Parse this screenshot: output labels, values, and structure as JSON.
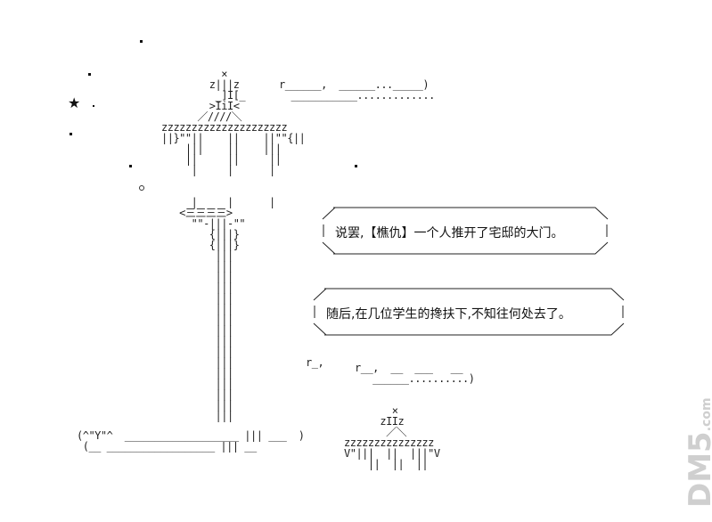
{
  "captions": {
    "line1": "说罢,【樵仇】一个人推开了宅邸的大门。",
    "line2": "随后,在几位学生的搀扶下,不知往何处去了。"
  },
  "ascii": {
    "tower": "          ×\n        z|||z\n         _]I[_\n        >IiI<\n      ／////＼\nzzzzzzzzzzzzzzzzzzzzz\n||}\"\"||    ||    ||\"\"{||\n    |||    ||    |||\n    ||     ||     ||\n     |     |      |\n\n\n     |     |      |\n   <三三三三>\n     \"\"-|||-\"\"\n        {|||}\n        {|||}\n         |||\n         |||\n         |||\n         |||\n         |||\n         |||\n         |||\n         |||\n         |||\n         |||\n         |||\n         |||\n         |||\n         |||\n         |||\n         |||",
    "bubble_top": "r______,  ______..._____)\n  ___________.............",
    "side_r": "r_,",
    "bubble_mid": "r__,  __  ___   __\n   ______..........)",
    "left_bubble": "(^\"Y\"^  ___________________ ||| ___  )\n (__ __________________ ||| __",
    "small_tower": "        ×\n      zIIz\n       ／＼\nzzzzzzzzzzzzzzz\nV\"|||  ||  |||\"V\n    ||  ||  ||"
  },
  "watermark": {
    "text": "DM5",
    "sub": ".com"
  }
}
